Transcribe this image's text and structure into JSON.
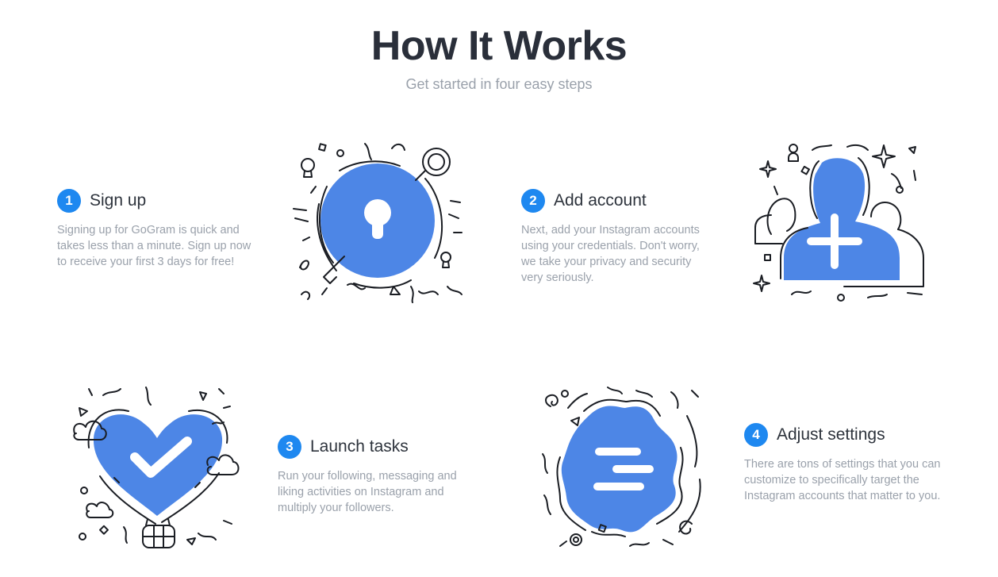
{
  "header": {
    "title": "How It Works",
    "subtitle": "Get started in four easy steps"
  },
  "steps": [
    {
      "number": "1",
      "title": "Sign up",
      "description": "Signing up for GoGram is quick and takes less than a minute. Sign up now to receive your first 3 days for free!",
      "icon": "keyhole-lock-icon"
    },
    {
      "number": "2",
      "title": "Add account",
      "description": "Next, add your Instagram accounts using your credentials. Don't worry, we take your privacy and security very seriously.",
      "icon": "add-user-icon"
    },
    {
      "number": "3",
      "title": "Launch tasks",
      "description": "Run your following, messaging and liking activities on Instagram and multiply your followers.",
      "icon": "heart-balloon-check-icon"
    },
    {
      "number": "4",
      "title": "Adjust settings",
      "description": "There are tons of settings that you can customize to specifically target the Instagram accounts that matter to you.",
      "icon": "settings-gear-icon"
    }
  ],
  "colors": {
    "accent": "#1e88f0",
    "illustration_fill": "#4d86e6",
    "title": "#2a2f3a",
    "muted_text": "#9aa1ab"
  }
}
